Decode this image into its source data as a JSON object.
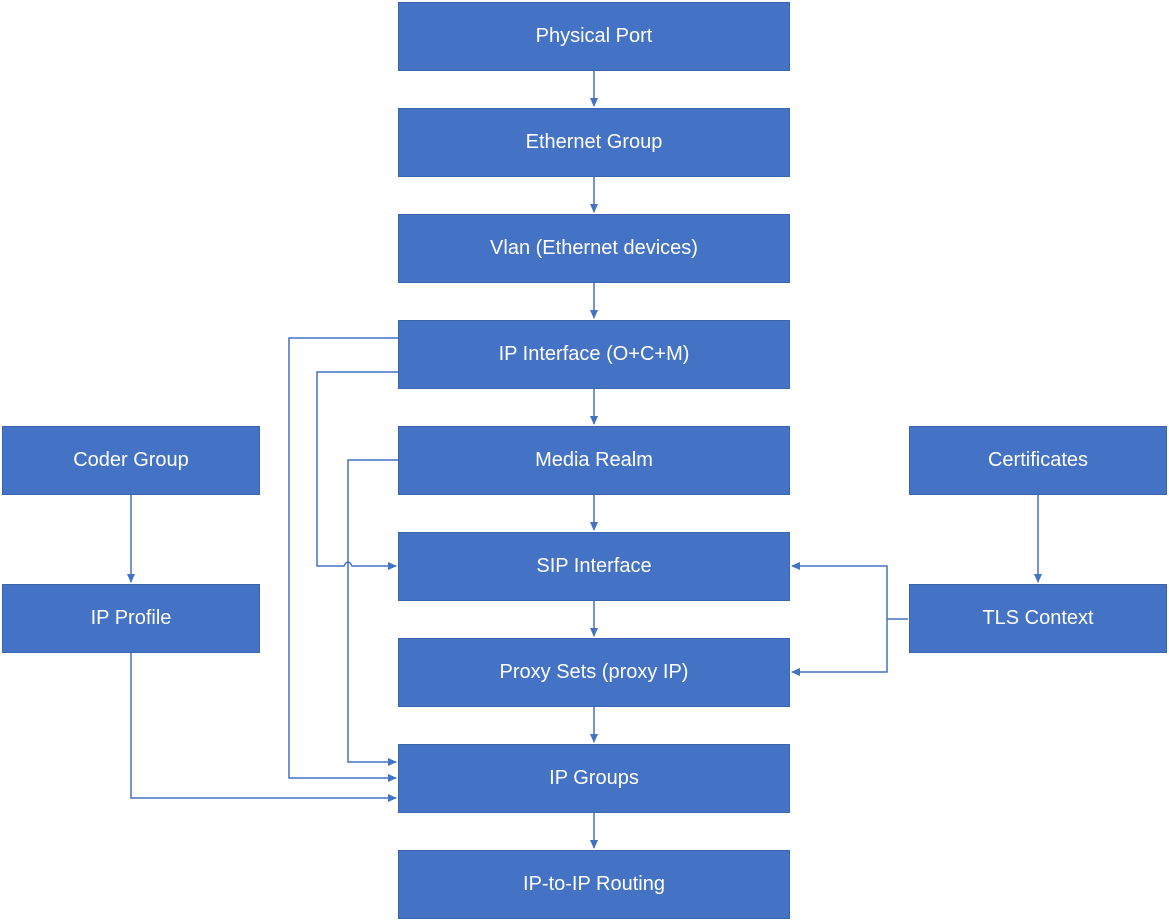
{
  "colors": {
    "node_fill": "#4472C4",
    "node_text": "#FFFFFF",
    "edge_stroke": "#4472C4"
  },
  "nodes": {
    "physical_port": "Physical Port",
    "ethernet_group": "Ethernet Group",
    "vlan": "Vlan (Ethernet devices)",
    "ip_interface": "IP Interface (O+C+M)",
    "media_realm": "Media Realm",
    "sip_interface": "SIP Interface",
    "proxy_sets": "Proxy Sets (proxy IP)",
    "ip_groups": "IP Groups",
    "ip_to_ip_routing": "IP-to-IP Routing",
    "coder_group": "Coder Group",
    "ip_profile": "IP Profile",
    "certificates": "Certificates",
    "tls_context": "TLS Context"
  }
}
